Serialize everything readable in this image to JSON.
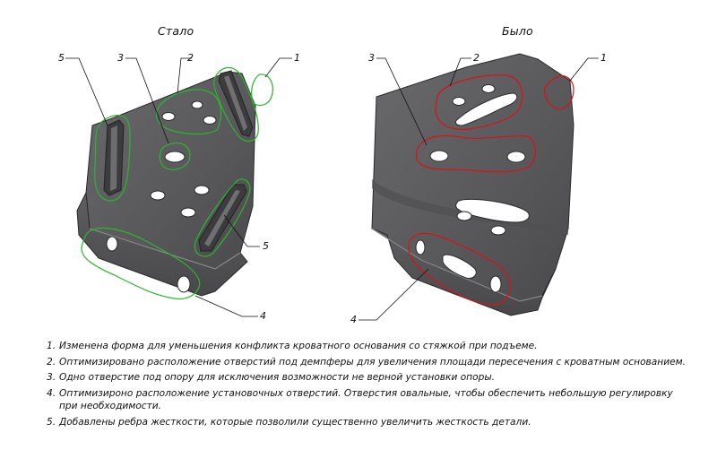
{
  "titles": {
    "after": "Стало",
    "before": "Было"
  },
  "callouts": {
    "after": {
      "c1": "1",
      "c2": "2",
      "c3": "3",
      "c4": "4",
      "c5_top": "5",
      "c5_bottom": "5"
    },
    "before": {
      "c1": "1",
      "c2": "2",
      "c3": "3",
      "c4": "4"
    }
  },
  "highlight_colors": {
    "after": "#2bb52b",
    "before": "#dd1111"
  },
  "part_color": "#555558",
  "notes": [
    {
      "num": "1.",
      "text": "Изменена форма для уменьшения конфликта кроватного основания со стяжкой при подъеме."
    },
    {
      "num": "2.",
      "text": "Оптимизировано расположение отверстий под демпферы для увеличения площади пересечения с кроватным основанием."
    },
    {
      "num": "3.",
      "text": "Одно отверстие под опору для исключения возможности не верной установки опоры."
    },
    {
      "num": "4.",
      "text": "Оптимизироно расположение установочных отверстий. Отверстия овальные, чтобы обеспечить небольшую регулировку при необходимости."
    },
    {
      "num": "5.",
      "text": "Добавлены ребра жесткости, которые позволили существенно увеличить жесткость детали."
    }
  ]
}
